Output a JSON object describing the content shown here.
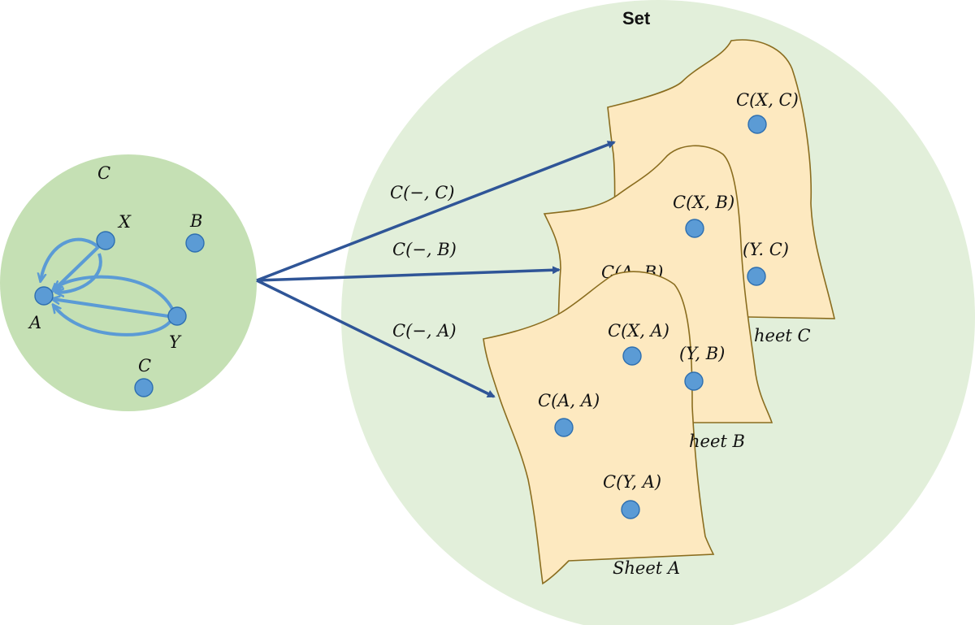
{
  "set_label": "Set",
  "category_label": "C",
  "objects": {
    "x": "X",
    "b": "B",
    "a": "A",
    "y": "Y",
    "c": "C"
  },
  "functors": {
    "c": "C(−, C)",
    "b": "C(−, B)",
    "a": "C(−, A)"
  },
  "sheet_c": {
    "caption": "heet C",
    "elements": [
      "C(X, C)",
      "(Y. C)"
    ]
  },
  "sheet_b": {
    "caption": "heet B",
    "elements": [
      "C(X, B)",
      "C(A, B)",
      "(Y, B)"
    ]
  },
  "sheet_a": {
    "caption": "Sheet A",
    "elements": [
      "C(X, A)",
      "C(A, A)",
      "C(Y, A)"
    ]
  },
  "colors": {
    "set_circle": "#e2efda",
    "category_circle": "#c5e0b4",
    "sheet_fill": "#fde9c0",
    "node": "#5b9bd5",
    "functor_arrow": "#2f5597"
  }
}
